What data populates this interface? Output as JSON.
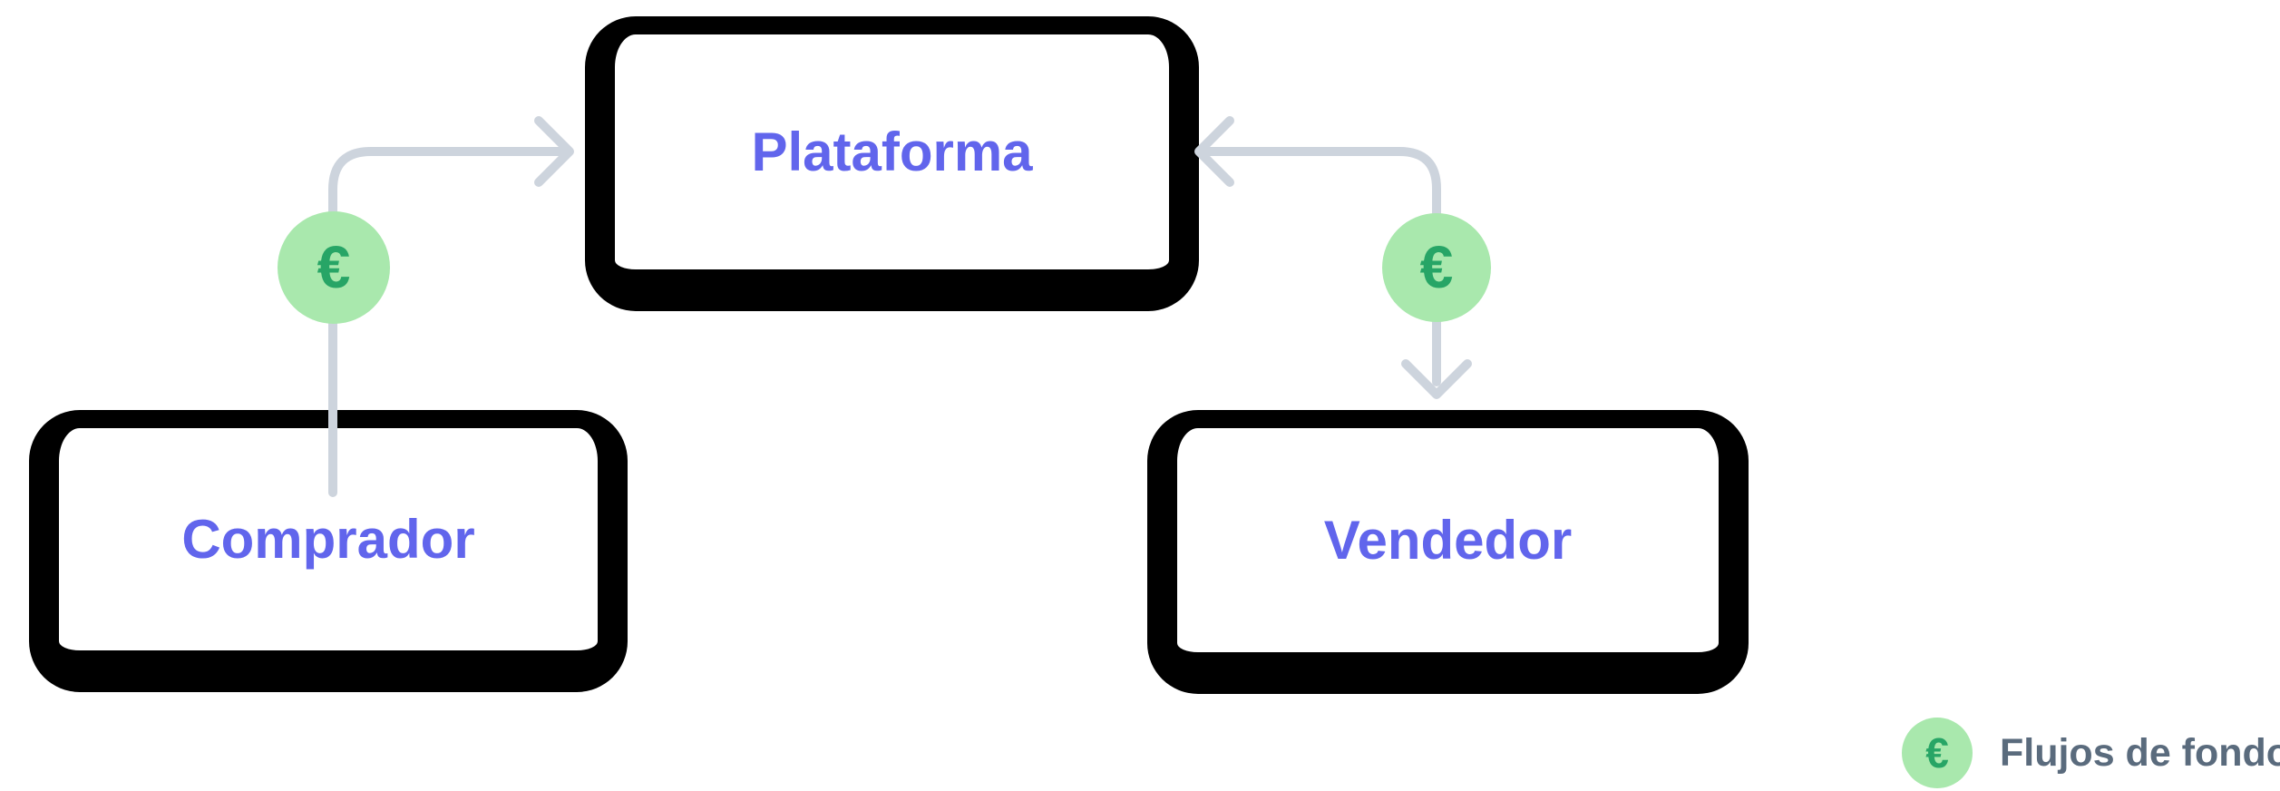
{
  "diagram": {
    "nodes": [
      {
        "id": "plataforma",
        "label": "Plataforma"
      },
      {
        "id": "comprador",
        "label": "Comprador"
      },
      {
        "id": "vendedor",
        "label": "Vendedor"
      }
    ],
    "flows": [
      {
        "from": "comprador",
        "to": "plataforma",
        "badge_symbol": "€"
      },
      {
        "from": "plataforma",
        "to": "vendedor",
        "badge_symbol": "€"
      }
    ],
    "legend": {
      "badge_symbol": "€",
      "label": "Flujos de fondos"
    },
    "colors": {
      "background": "#ffffff",
      "node_border": "#000000",
      "node_fill": "#ffffff",
      "node_label": "#6165ec",
      "arrow": "#cdd4dd",
      "badge_fill": "#a9e8ad",
      "badge_symbol": "#27a566",
      "legend_label": "#5a6b7d"
    }
  }
}
